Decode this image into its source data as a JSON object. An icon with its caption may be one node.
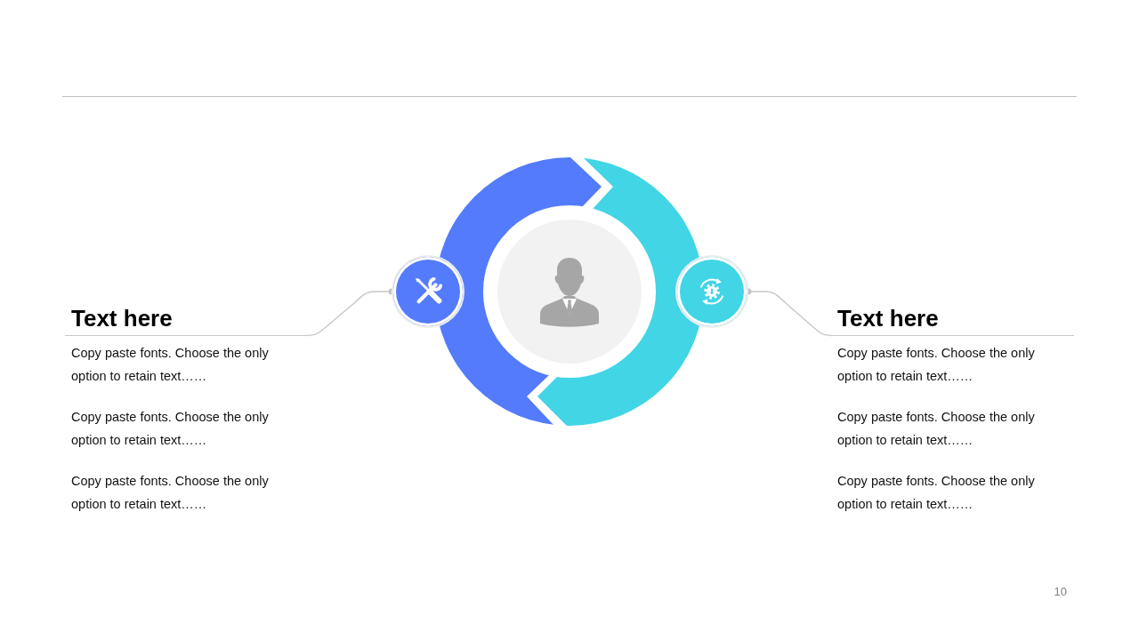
{
  "diagram": {
    "nodes": [
      {
        "text": [
          "Text here"
        ]
      },
      {
        "text": [],
        "shape": "circle"
      },
      {
        "text": [],
        "shape": "circle"
      },
      {
        "text": [
          "Text here"
        ]
      }
    ],
    "edges": [
      {
        "from": 1,
        "to": 0,
        "arrow": "other"
      },
      {
        "from": 2,
        "to": 3,
        "arrow": "other"
      }
    ],
    "labels": [
      "Copy paste fonts. Choose the only option to retain text……",
      "Copy paste fonts. Choose the only option to retain text……",
      "Copy paste fonts. Choose the only option to retain text……",
      "Copy paste fonts. Choose the only option to retain text……",
      "Copy paste fonts. Choose the only option to retain text……",
      "Copy paste fonts. Choose the only option to retain text……",
      "10"
    ]
  }
}
